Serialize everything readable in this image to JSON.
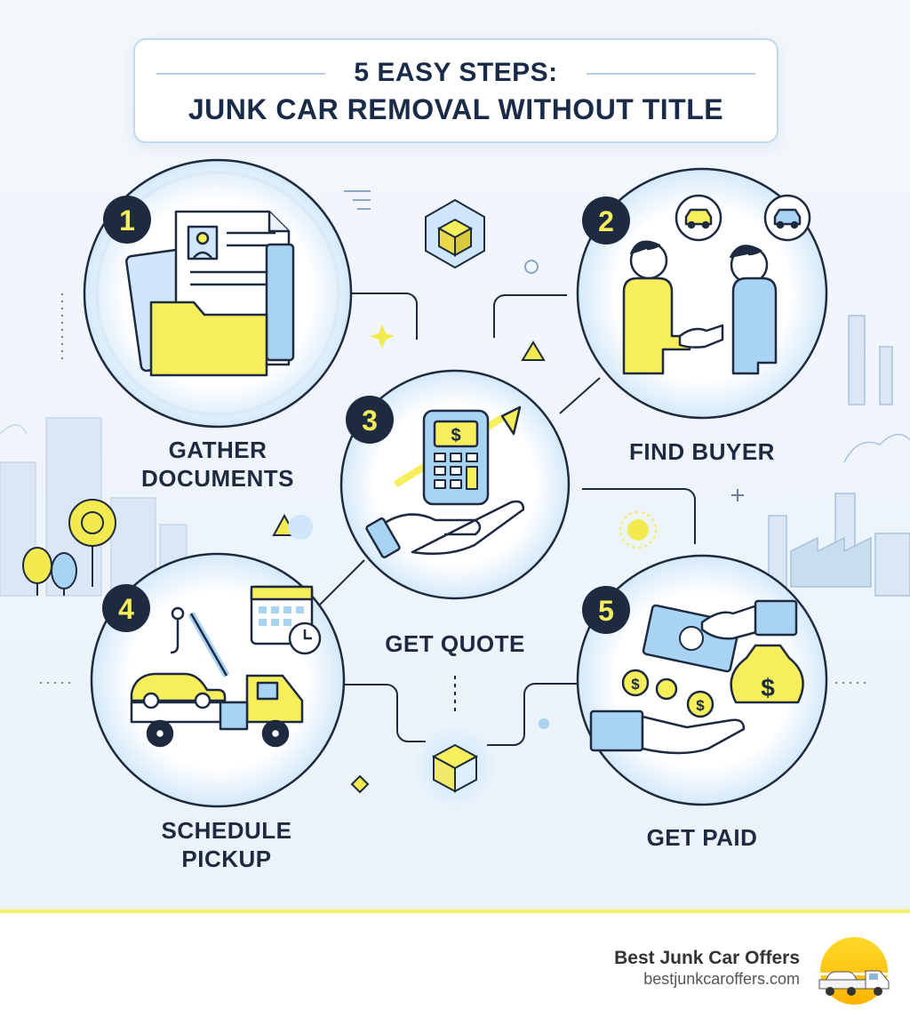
{
  "title": {
    "line1": "5 EASY STEPS:",
    "line2": "JUNK CAR REMOVAL WITHOUT TITLE"
  },
  "steps": [
    {
      "number": "1",
      "label_line1": "GATHER",
      "label_line2": "DOCUMENTS",
      "icon": "folder-documents-icon"
    },
    {
      "number": "2",
      "label_line1": "FIND BUYER",
      "label_line2": "",
      "icon": "handshake-icon"
    },
    {
      "number": "3",
      "label_line1": "GET QUOTE",
      "label_line2": "",
      "icon": "calculator-hand-icon"
    },
    {
      "number": "4",
      "label_line1": "SCHEDULE",
      "label_line2": "PICKUP",
      "icon": "tow-truck-icon"
    },
    {
      "number": "5",
      "label_line1": "GET PAID",
      "label_line2": "",
      "icon": "money-hands-icon"
    }
  ],
  "brand": {
    "name": "Best Junk Car Offers",
    "url": "bestjunkcaroffers.com",
    "logo_icon": "tow-truck-sun-logo"
  },
  "colors": {
    "navy": "#1a2b48",
    "yellow": "#f7ee5c",
    "light_blue": "#a9d3f3",
    "ring": "#1d2a40",
    "background": "#eef4fb"
  }
}
